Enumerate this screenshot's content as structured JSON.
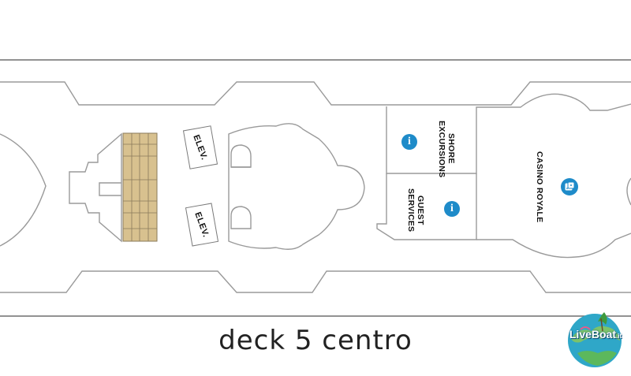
{
  "map": {
    "title": "deck 5 centro",
    "elevator_labels": [
      "ELEV.",
      "ELEV."
    ],
    "venues": [
      {
        "name": "SHORE EXCURSIONS",
        "lines": [
          "SHORE",
          "EXCURSIONS"
        ],
        "icon": "info-icon"
      },
      {
        "name": "GUEST SERVICES",
        "lines": [
          "GUEST",
          "SERVICES"
        ],
        "icon": "info-icon"
      },
      {
        "name": "CASINO ROYALE",
        "lines": [
          "CASINO ROYALE"
        ],
        "icon": "casino-icon"
      }
    ],
    "info_glyph": "i",
    "colors": {
      "outline": "#9a9a9a",
      "frame": "#6f6f6f",
      "icon_blue": "#1e8bc9",
      "stairs": "#d8c18f",
      "logo_sea": "#2fa7c8"
    }
  },
  "logo": {
    "text_main": "LiveBoat",
    "text_suffix": ".it"
  }
}
